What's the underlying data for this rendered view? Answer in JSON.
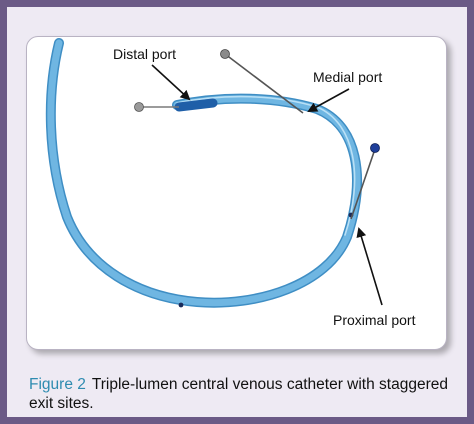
{
  "figure": {
    "labels": {
      "distal": "Distal port",
      "medial": "Medial port",
      "proximal": "Proximal port"
    },
    "caption": {
      "label": "Figure 2",
      "text": "Triple-lumen central venous catheter with staggered exit sites."
    }
  },
  "colors": {
    "frame": "#6b5a86",
    "catheter": "#6fb6e2",
    "catheter_dark": "#1f5fa8",
    "caption_label": "#2e8bb0"
  }
}
